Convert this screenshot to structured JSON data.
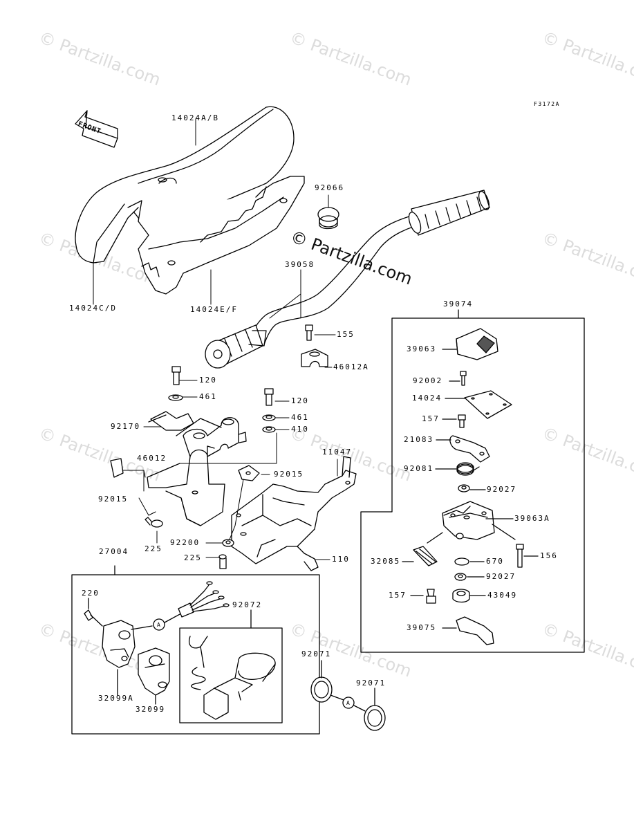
{
  "diagram_code": "F3172A",
  "front_arrow_label": "FRONT",
  "watermark": "© Partzilla.com",
  "parts": {
    "seat_upper": "14024A/B",
    "seat_left": "14024C/D",
    "seat_lower": "14024E/F",
    "plug_92066": "92066",
    "handlebar": "39058",
    "bolt_155": "155",
    "clamp_46012a": "46012A",
    "housing_assy": "39074",
    "cap_39063": "39063",
    "screw_92002": "92002",
    "gasket_14024": "14024",
    "bolt_157_a": "157",
    "plate_21083": "21083",
    "spring_92081": "92081",
    "seal_92027_a": "92027",
    "housing_39063a": "39063A",
    "bolt_156": "156",
    "cable_32085": "32085",
    "ring_670": "670",
    "seal_92027_b": "92027",
    "bolt_157_b": "157",
    "cap_43049": "43049",
    "lever_39075": "39075",
    "bolt_120_a": "120",
    "washer_461_a": "461",
    "bolt_120_b": "120",
    "washer_461_b": "461",
    "washer_410": "410",
    "clamp_92170": "92170",
    "holder_46012": "46012",
    "clip_92015_a": "92015",
    "clip_92015_b": "92015",
    "bracket_11047": "11047",
    "bolt_225_a": "225",
    "washer_92200": "92200",
    "bolt_225_b": "225",
    "bolt_110": "110",
    "switch_assy": "27004",
    "screw_220": "220",
    "clamp_92072": "92072",
    "switch_32099a": "32099A",
    "switch_32099": "32099",
    "grommet_92071_a": "92071",
    "grommet_92071_b": "92071",
    "ref_a": "A"
  }
}
